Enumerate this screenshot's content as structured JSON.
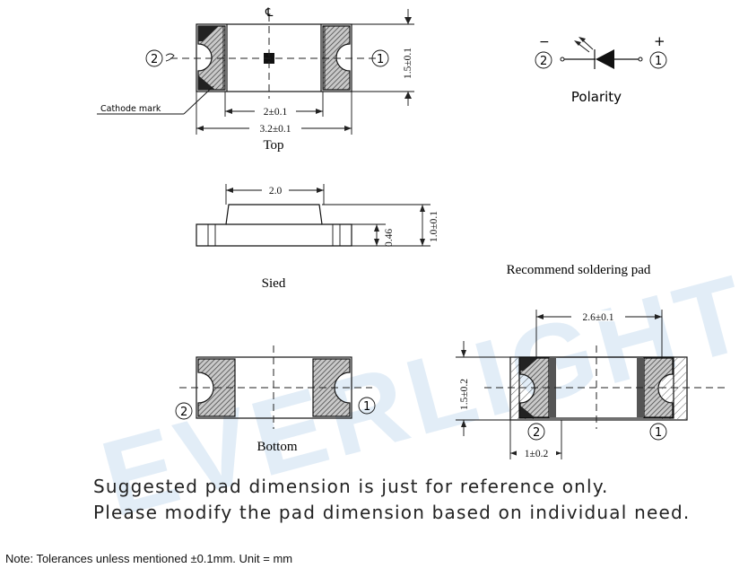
{
  "views": {
    "top": "Top",
    "side": "Sied",
    "bottom": "Bottom",
    "pad": "Recommend soldering pad",
    "polarity": "Polarity"
  },
  "labels": {
    "cathode_mark": "Cathode mark",
    "centerline_symbol": "℄",
    "minus": "−",
    "plus": "+"
  },
  "pins": {
    "p1": "1",
    "p2": "2"
  },
  "dimensions": {
    "top_width_inner": "2±0.1",
    "top_width_outer": "3.2±0.1",
    "top_height": "1.5±0.1",
    "side_top_width": "2.0",
    "side_height": "1.0±0.1",
    "side_base": "0.46",
    "pad_width": "2.6±0.1",
    "pad_height": "1.5±0.2",
    "pad_gap": "1±0.2"
  },
  "notes": {
    "line1": "Suggested pad dimension is just for reference only.",
    "line2": "Please modify the pad dimension based on individual need.",
    "footnote": "Note: Tolerances unless mentioned ±0.1mm. Unit = mm"
  },
  "watermark": "EVERLIGHT"
}
